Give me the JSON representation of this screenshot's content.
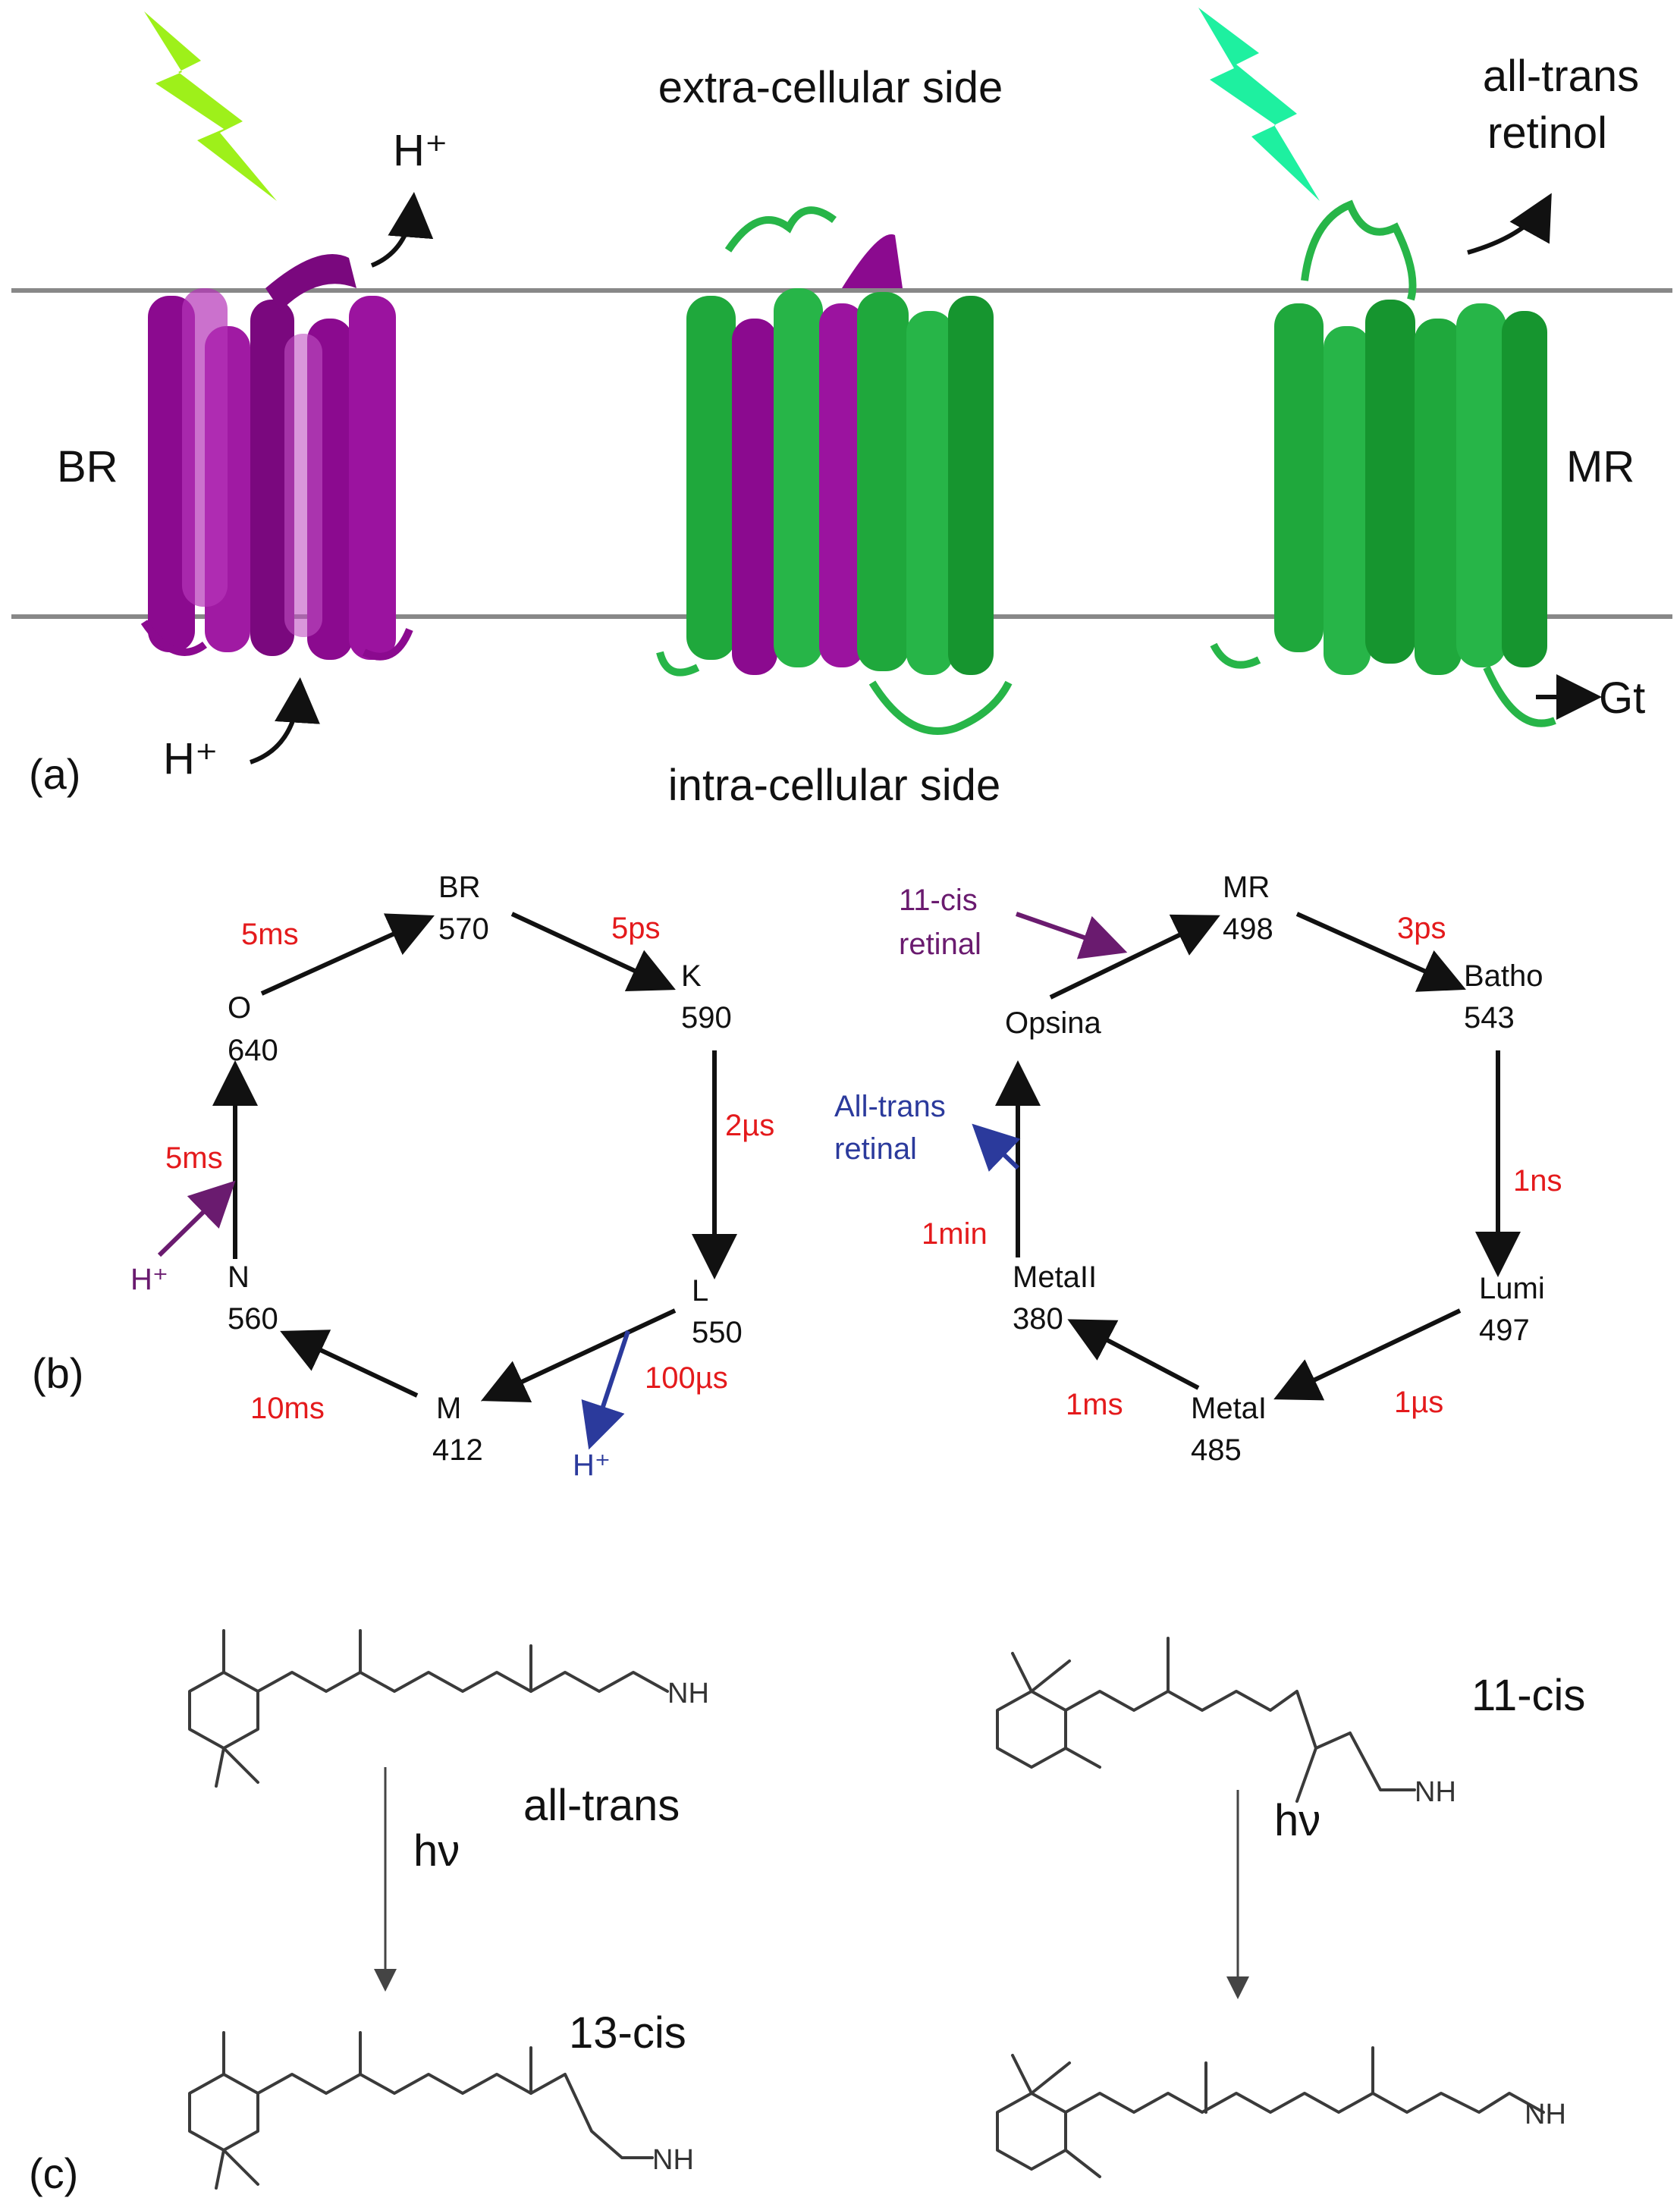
{
  "panel_a": {
    "label": "(a)",
    "extracellular": "extra-cellular side",
    "intracellular": "intra-cellular side",
    "br_label": "BR",
    "mr_label": "MR",
    "proton_out": "H⁺",
    "proton_in": "H⁺",
    "retinol_line1": "all-trans",
    "retinol_line2": "retinol",
    "gt_label": "Gt",
    "colors": {
      "br_protein": "#8b0a8f",
      "mr_protein": "#1fa83c",
      "light_br": "#9ef01a",
      "light_mr": "#1ef0a0"
    }
  },
  "panel_b": {
    "label": "(b)",
    "br_cycle": {
      "states": [
        {
          "name": "BR",
          "nm": "570"
        },
        {
          "name": "K",
          "nm": "590"
        },
        {
          "name": "L",
          "nm": "550"
        },
        {
          "name": "M",
          "nm": "412"
        },
        {
          "name": "N",
          "nm": "560"
        },
        {
          "name": "O",
          "nm": "640"
        }
      ],
      "rates": [
        "5ps",
        "2µs",
        "100µs",
        "10ms",
        "5ms",
        "5ms"
      ],
      "proton_release": "H⁺",
      "proton_uptake": "H⁺"
    },
    "mr_cycle": {
      "states": [
        {
          "name": "MR",
          "nm": "498"
        },
        {
          "name": "Batho",
          "nm": "543"
        },
        {
          "name": "Lumi",
          "nm": "497"
        },
        {
          "name": "MetaI",
          "nm": "485"
        },
        {
          "name": "MetaII",
          "nm": "380"
        },
        {
          "name": "Opsina",
          "nm": ""
        }
      ],
      "rates": [
        "3ps",
        "1ns",
        "1µs",
        "1ms",
        "1min"
      ],
      "cis_in_line1": "11-cis",
      "cis_in_line2": "retinal",
      "trans_out_line1": "All-trans",
      "trans_out_line2": "retinal"
    }
  },
  "panel_c": {
    "label": "(c)",
    "all_trans": "all-trans",
    "thirteen_cis": "13-cis",
    "eleven_cis": "11-cis",
    "hv_left": "hν",
    "hv_right": "hν",
    "nh": "NH"
  }
}
